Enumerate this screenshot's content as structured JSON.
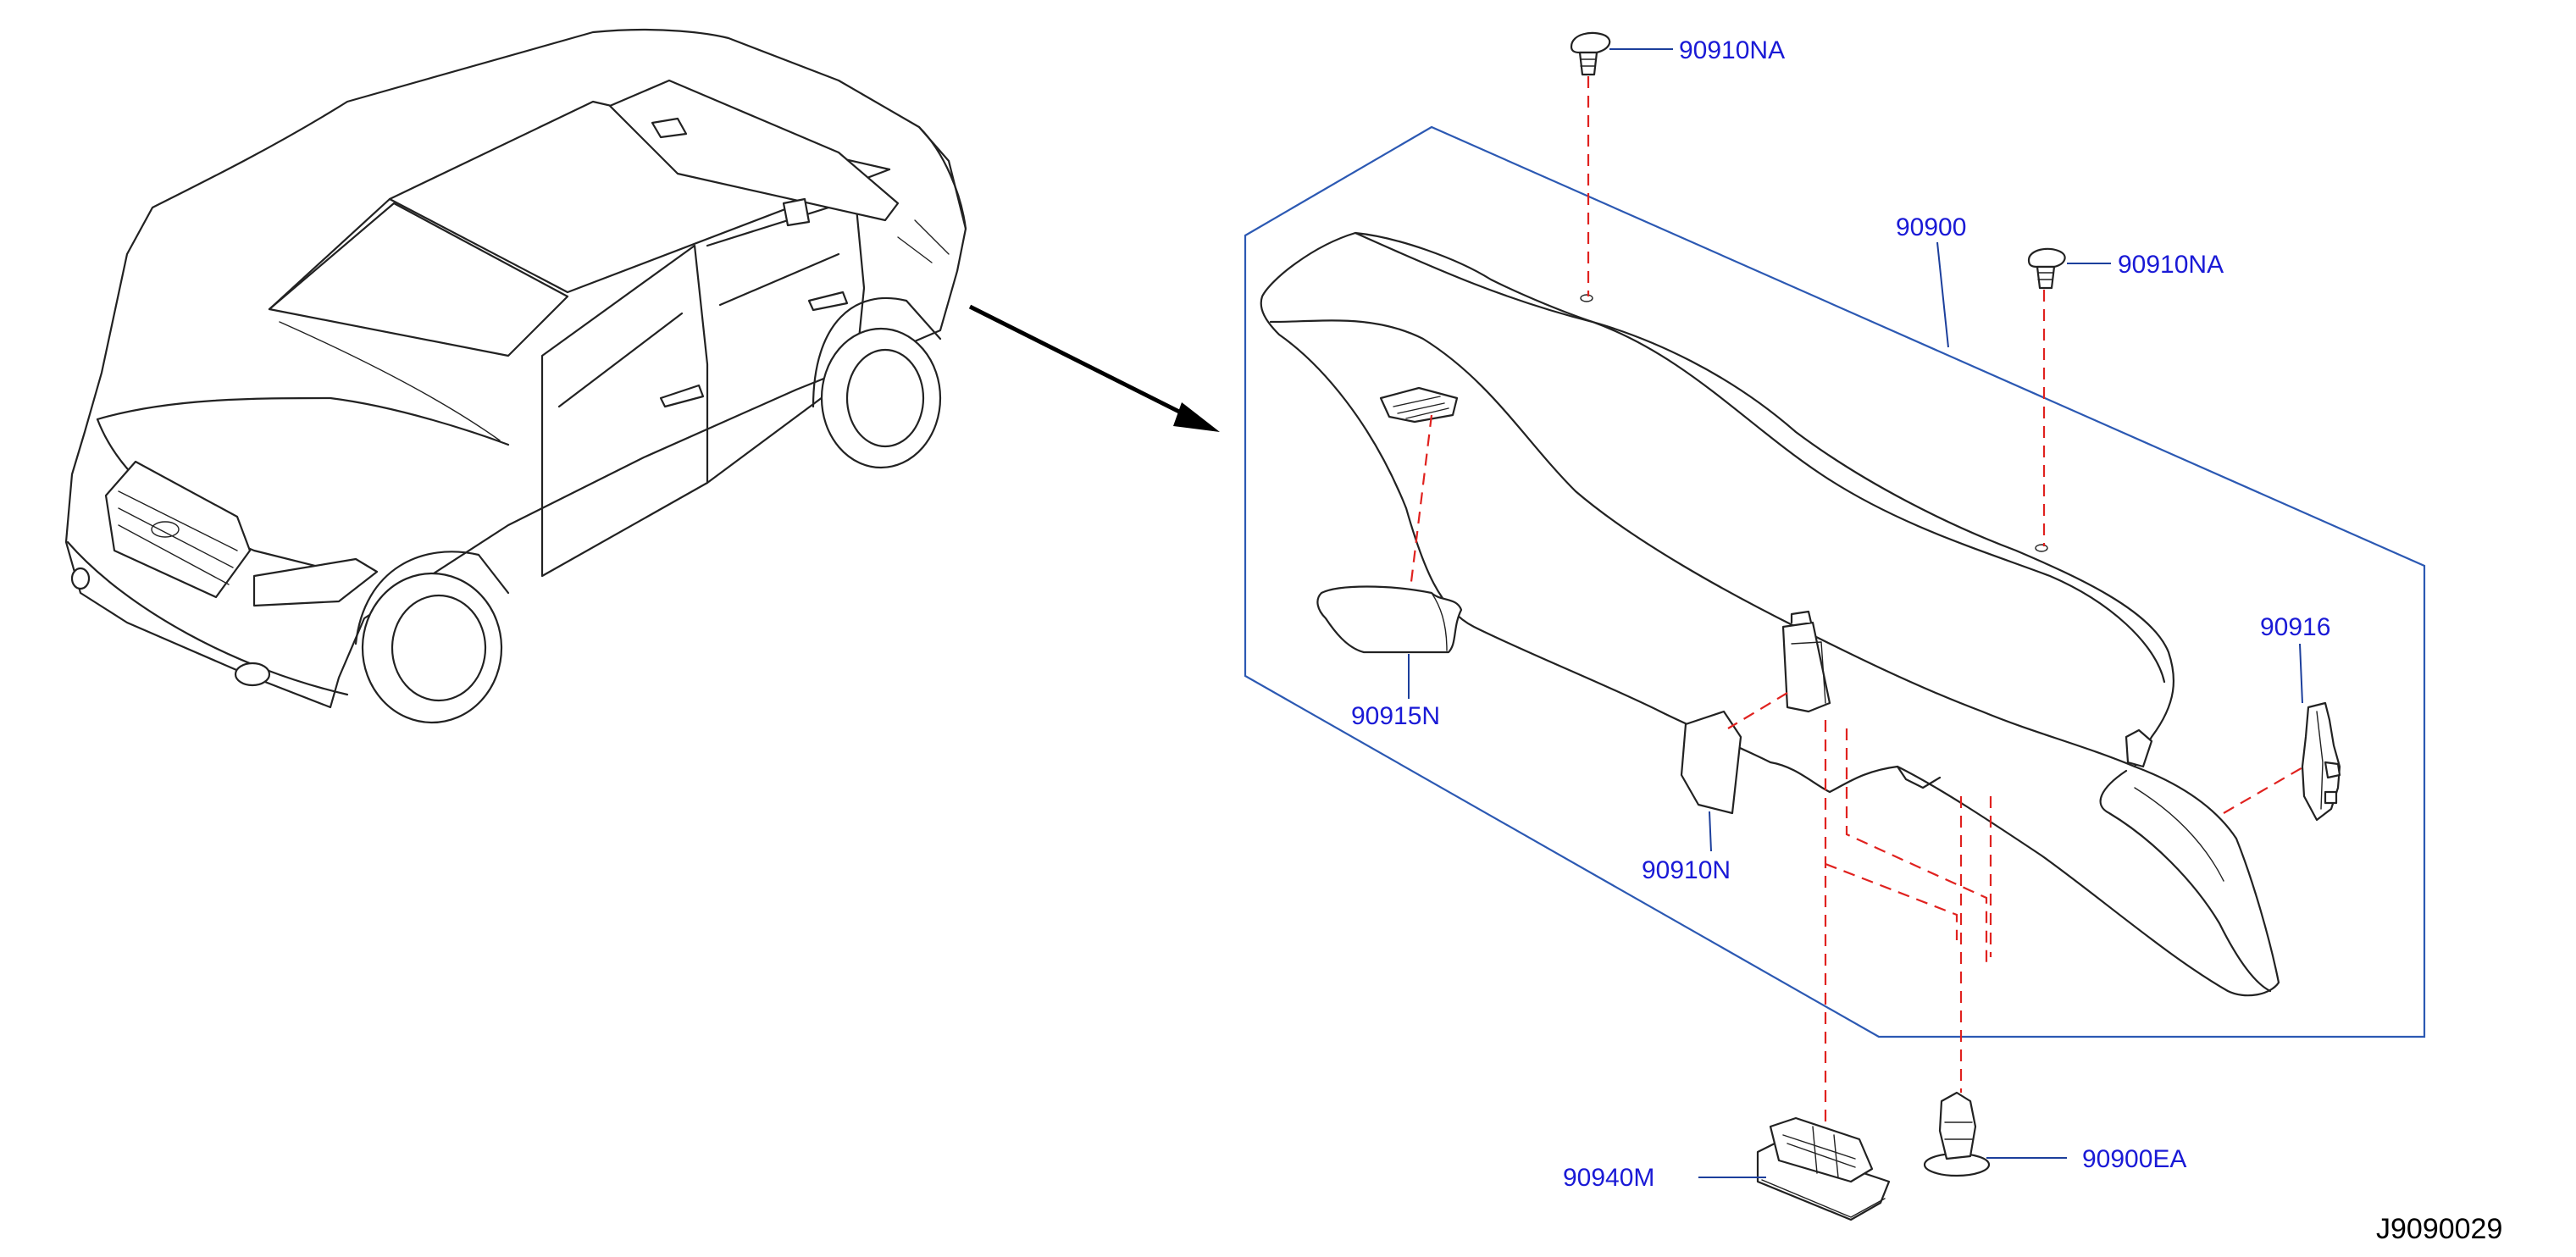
{
  "diagram": {
    "drawing_code": "J9090029",
    "parts": [
      {
        "id": "p1",
        "label": "90910NA"
      },
      {
        "id": "p2",
        "label": "90910NA"
      },
      {
        "id": "p3",
        "label": "90900"
      },
      {
        "id": "p4",
        "label": "90916"
      },
      {
        "id": "p5",
        "label": "90915N"
      },
      {
        "id": "p6",
        "label": "90910N"
      },
      {
        "id": "p7",
        "label": "90940M"
      },
      {
        "id": "p8",
        "label": "90900EA"
      }
    ]
  }
}
